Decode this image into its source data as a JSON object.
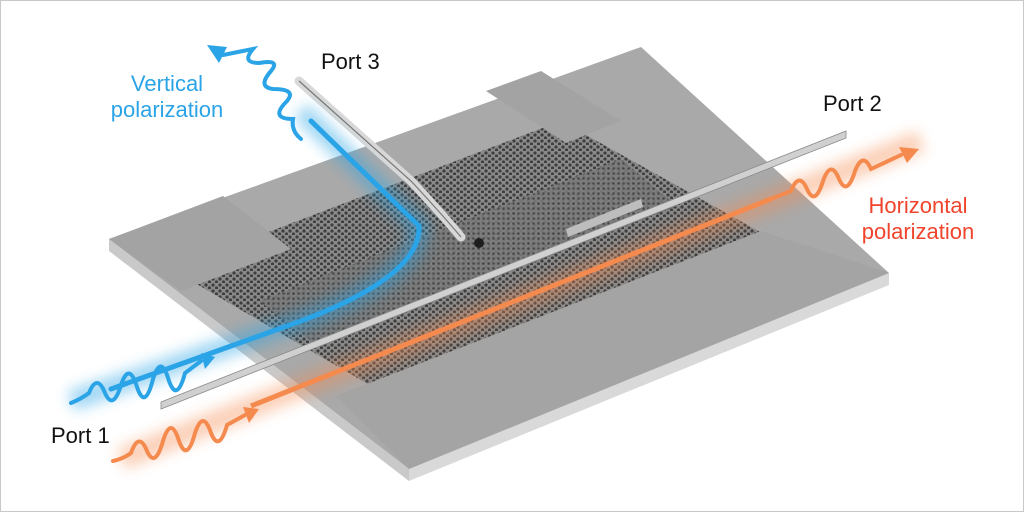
{
  "labels": {
    "port1": "Port 1",
    "port2": "Port 2",
    "port3": "Port 3",
    "vertical_line1": "Vertical",
    "vertical_line2": "polarization",
    "horizontal_line1": "Horizontal",
    "horizontal_line2": "polarization"
  },
  "colors": {
    "vertical_beam": "#2aa4e6",
    "horizontal_beam": "#f07a45",
    "vertical_text": "#2aa4e6",
    "horizontal_text": "#f0442c",
    "slab_top": "#a8a8a8",
    "slab_side": "#d0d0d0",
    "lattice": "#6a6a6a"
  },
  "icons": {
    "device": "photonic-crystal-slab",
    "beams": "wave-packet-arrow"
  }
}
